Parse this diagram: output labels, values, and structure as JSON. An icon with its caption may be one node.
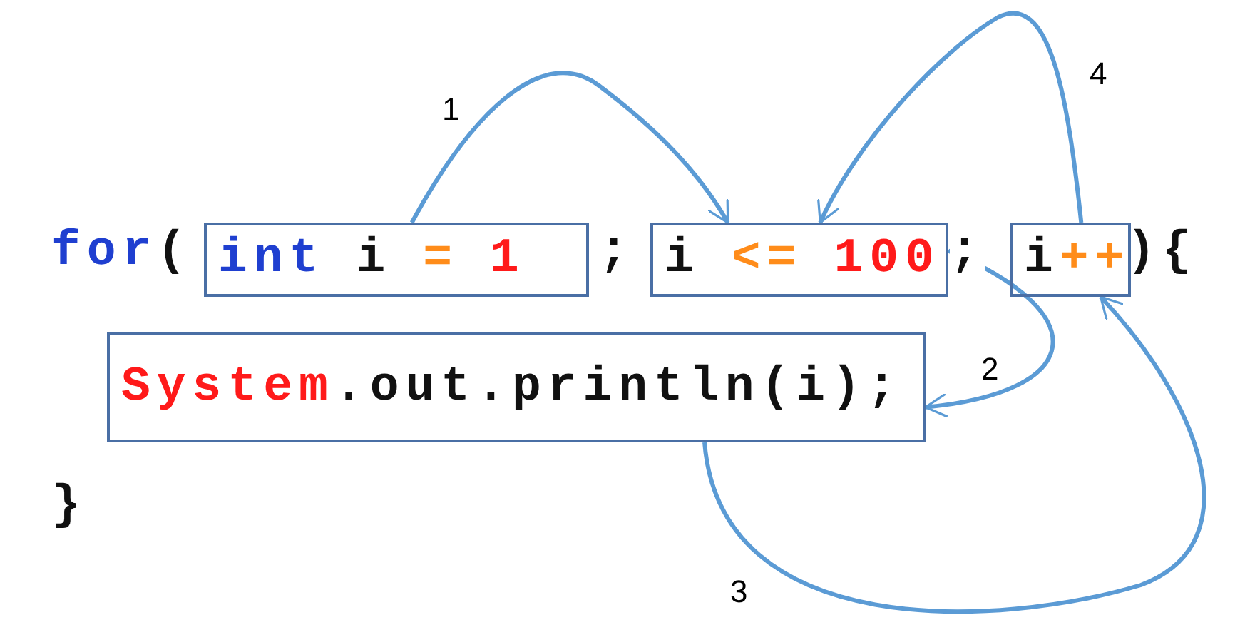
{
  "diagram": {
    "nodes": [
      {
        "text": [
          "int",
          "i",
          "=",
          "1"
        ]
      },
      {
        "text": [
          "i",
          "<=",
          "100"
        ]
      },
      {
        "text": [
          "i",
          "++"
        ]
      },
      {
        "text": [
          "System",
          ".out.println(i);"
        ]
      }
    ],
    "edges": [
      {
        "from": 0,
        "to": 1,
        "arrow": "to",
        "label": "1"
      },
      {
        "from": 1,
        "to": 3,
        "arrow": "to",
        "label": "2"
      },
      {
        "from": 3,
        "to": 2,
        "arrow": "to",
        "label": "3"
      },
      {
        "from": 2,
        "to": 1,
        "arrow": "to",
        "label": "4"
      }
    ],
    "labels": [
      "for",
      "(",
      ";",
      ";",
      "){",
      "}"
    ]
  }
}
